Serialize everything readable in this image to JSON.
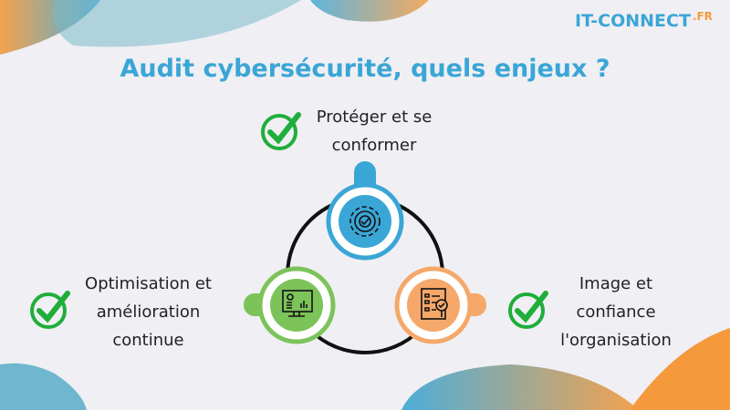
{
  "title": "Audit cybersécurité, quels enjeux ?",
  "logo": {
    "text": "IT-CONNECT",
    "suffix": ".FR"
  },
  "items": [
    {
      "label_line1": "Protéger et se",
      "label_line2": "conformer",
      "color": "#3aa6d6",
      "icon": "gear-check-icon"
    },
    {
      "label_line1": "Optimisation et",
      "label_line2": "amélioration",
      "label_line3": "continue",
      "color": "#7cc35a",
      "icon": "monitor-dashboard-icon"
    },
    {
      "label_line1": "Image et",
      "label_line2": "confiance",
      "label_line3": "l'organisation",
      "color": "#f5a86a",
      "icon": "checklist-magnifier-icon"
    }
  ],
  "colors": {
    "accent": "#3aa6d6",
    "check": "#1fae3a",
    "orange": "#f49a3c"
  }
}
